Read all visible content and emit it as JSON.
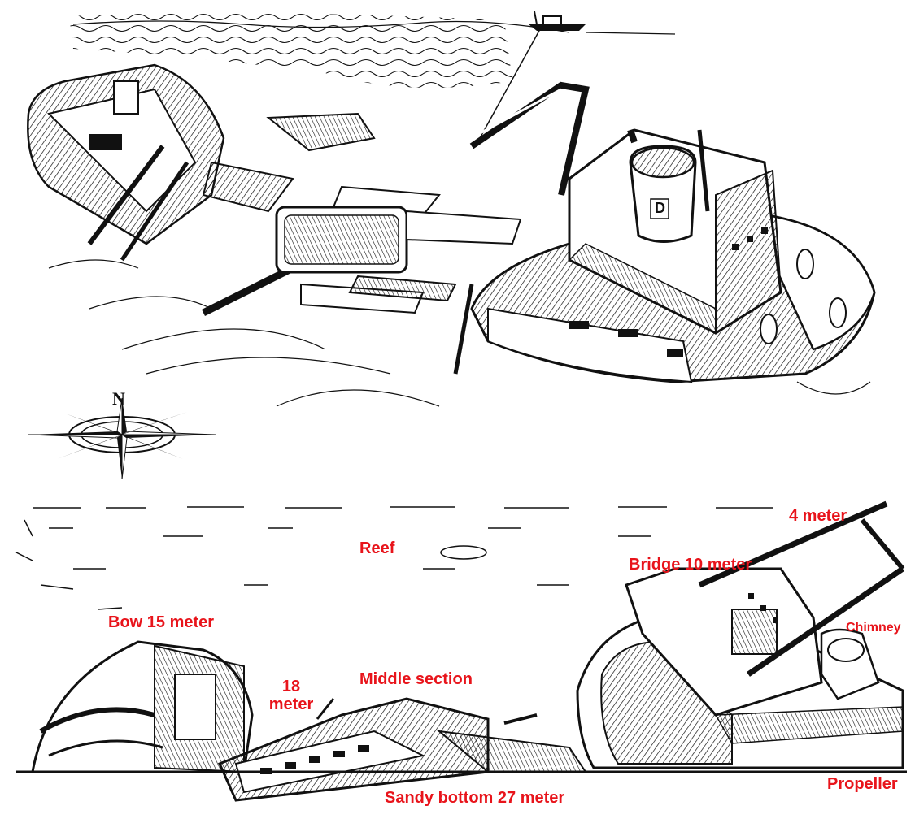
{
  "colors": {
    "label": "#e8141b",
    "ink": "#111111",
    "paper": "#ffffff"
  },
  "compass": {
    "north_letter": "N"
  },
  "labels": {
    "reef": "Reef",
    "four_meter": "4 meter",
    "bridge": "Bridge 10 meter",
    "chimney": "Chimney",
    "bow": "Bow 15 meter",
    "eighteen_meter": "18 meter",
    "middle_section": "Middle section",
    "sandy_bottom": "Sandy bottom 27 meter",
    "propeller": "Propeller"
  },
  "chimney_letter": "D"
}
